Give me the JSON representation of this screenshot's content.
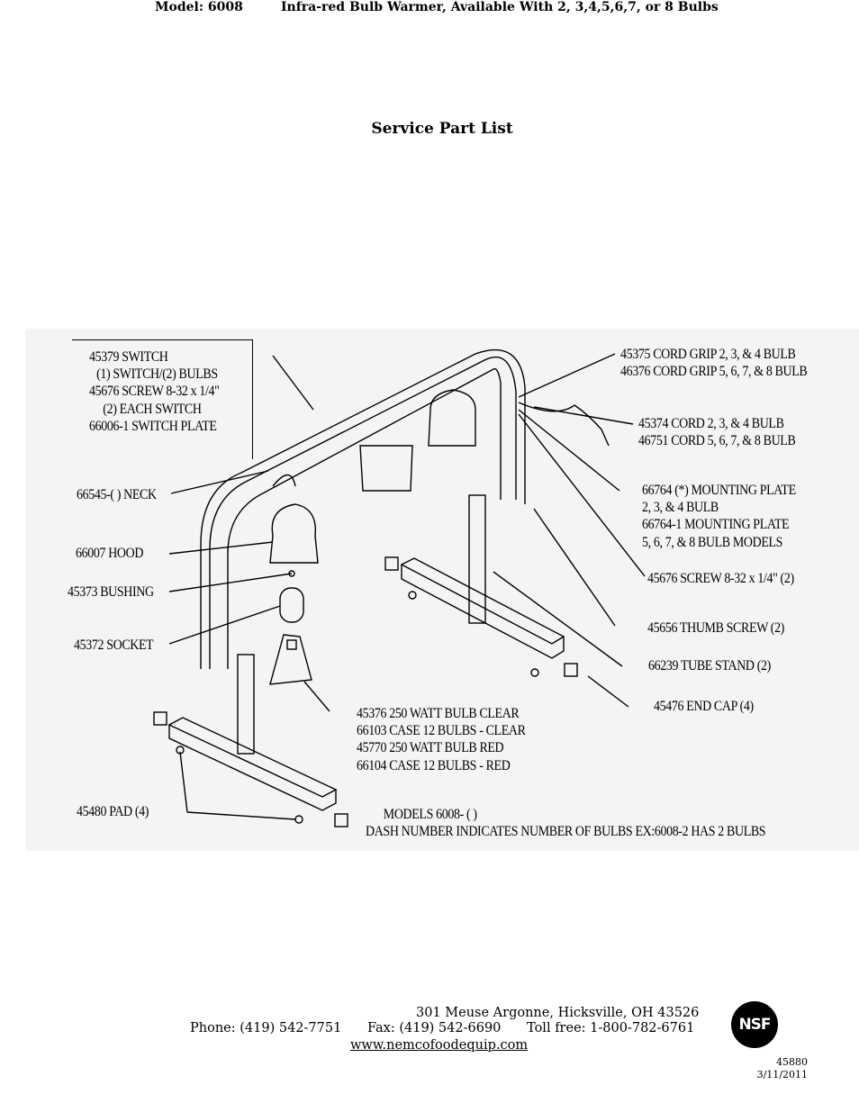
{
  "header": {
    "title": "Service Part List",
    "model": "Model: 6008",
    "description": "Infra-red Bulb Warmer, Available With 2, 3,4,5,6,7, or 8 Bulbs"
  },
  "parts": {
    "switch": [
      "45379 SWITCH",
      "(1) SWITCH/(2) BULBS",
      "45676 SCREW 8-32 x 1/4\"",
      "(2) EACH SWITCH",
      "66006-1 SWITCH PLATE"
    ],
    "neck": "66545-( ) NECK",
    "hood": "66007 HOOD",
    "bushing": "45373 BUSHING",
    "socket": "45372 SOCKET",
    "pad": "45480 PAD (4)",
    "cord_grip": [
      "45375 CORD GRIP 2, 3, & 4 BULB",
      "46376 CORD GRIP 5, 6, 7, & 8 BULB"
    ],
    "cord": [
      "45374  CORD 2, 3, & 4 BULB",
      "46751  CORD 5, 6, 7, & 8 BULB"
    ],
    "mounting_plate": [
      "66764 (*) MOUNTING PLATE",
      "2, 3, & 4 BULB",
      "66764-1 MOUNTING PLATE",
      "5, 6, 7, & 8 BULB MODELS"
    ],
    "screw": "45676 SCREW 8-32 x 1/4\"  (2)",
    "thumb_screw": "45656 THUMB SCREW (2)",
    "tube_stand": "66239 TUBE STAND (2)",
    "end_cap": "45476 END CAP (4)",
    "bulb": [
      "45376 250 WATT BULB CLEAR",
      "66103 CASE 12 BULBS - CLEAR",
      "45770 250 WATT BULB RED",
      "66104 CASE 12 BULBS - RED"
    ]
  },
  "models_note": [
    "MODELS  6008- ( )",
    "DASH NUMBER INDICATES NUMBER OF BULBS EX:6008-2 HAS 2 BULBS"
  ],
  "footer": {
    "address": "301 Meuse Argonne, Hicksville, OH 43526",
    "phone": "Phone: (419) 542-7751",
    "fax": "Fax: (419) 542-6690",
    "tollfree": "Toll free: 1-800-782-6761",
    "website": "www.nemcofoodequip.com",
    "doc_number": "45880",
    "date": "3/11/2011",
    "logo": "NSF"
  }
}
